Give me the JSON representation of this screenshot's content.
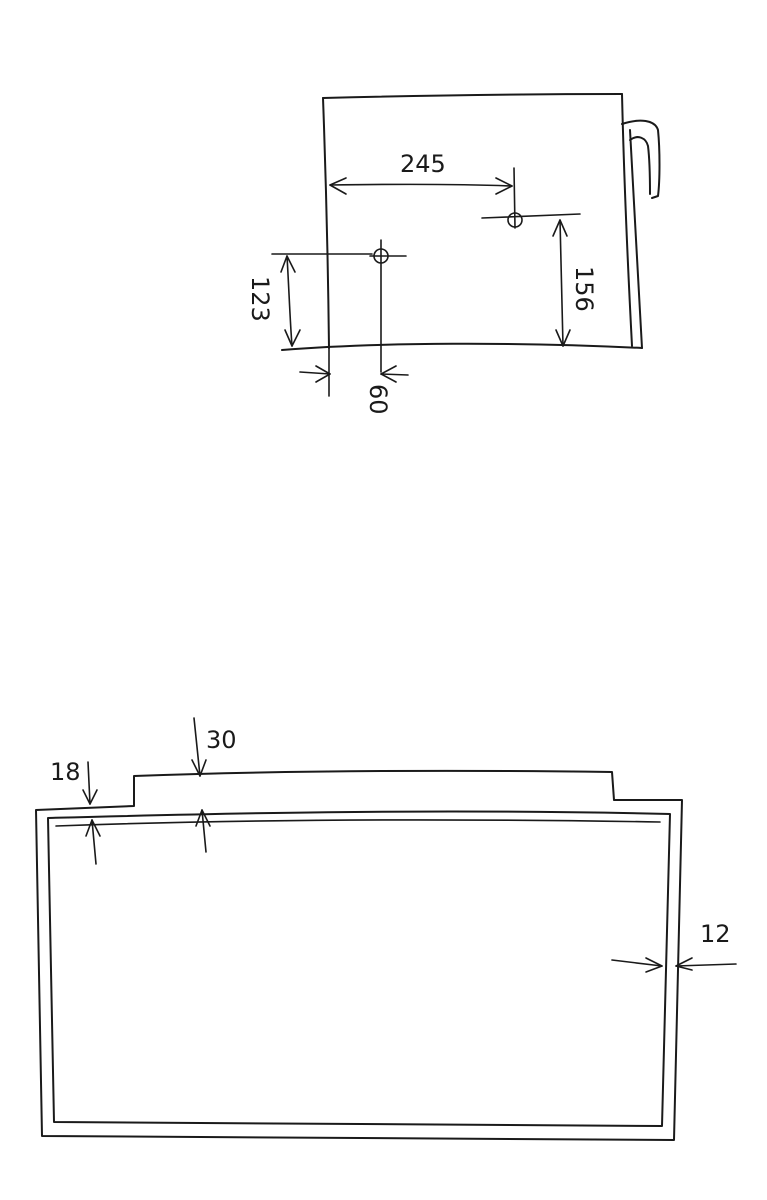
{
  "top_view": {
    "dimensions": {
      "hole_spacing_horizontal": "245",
      "hole_left_height": "123",
      "hole_right_height": "156",
      "hole_left_offset": "60"
    }
  },
  "bottom_view": {
    "dimensions": {
      "wall_thickness_top_left": "18",
      "step_depth": "30",
      "wall_thickness_right": "12"
    }
  }
}
